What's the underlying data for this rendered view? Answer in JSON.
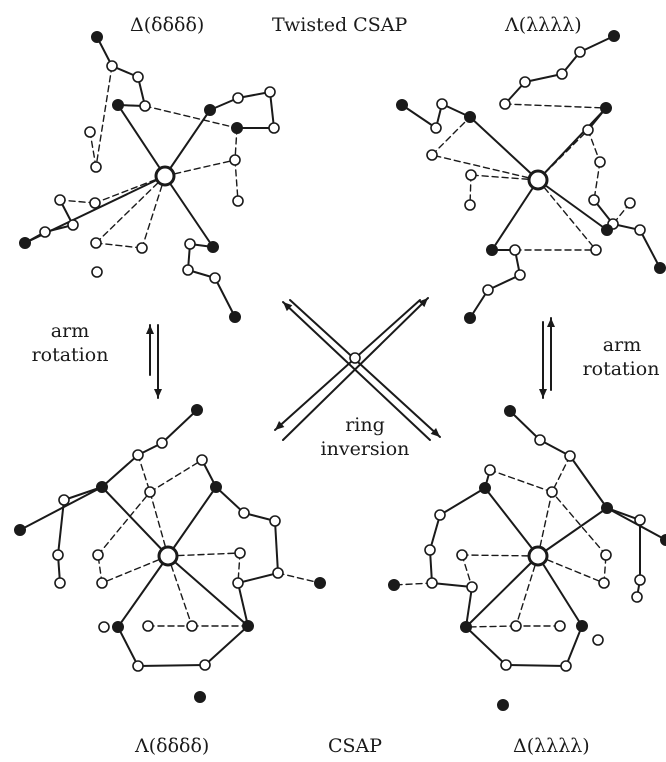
{
  "header": {
    "top_left_label": "Δ(δδδδ)",
    "top_title": "Twisted CSAP",
    "top_right_label": "Λ(λλλλ)"
  },
  "transitions": {
    "left_arrow_label_line1": "arm",
    "left_arrow_label_line2": "rotation",
    "right_arrow_label_line1": "arm",
    "right_arrow_label_line2": "rotation",
    "center_label_line1": "ring",
    "center_label_line2": "inversion"
  },
  "footer": {
    "bottom_left_label": "Λ(δδδδ)",
    "bottom_title": "CSAP",
    "bottom_right_label": "Δ(λλλλ)"
  }
}
